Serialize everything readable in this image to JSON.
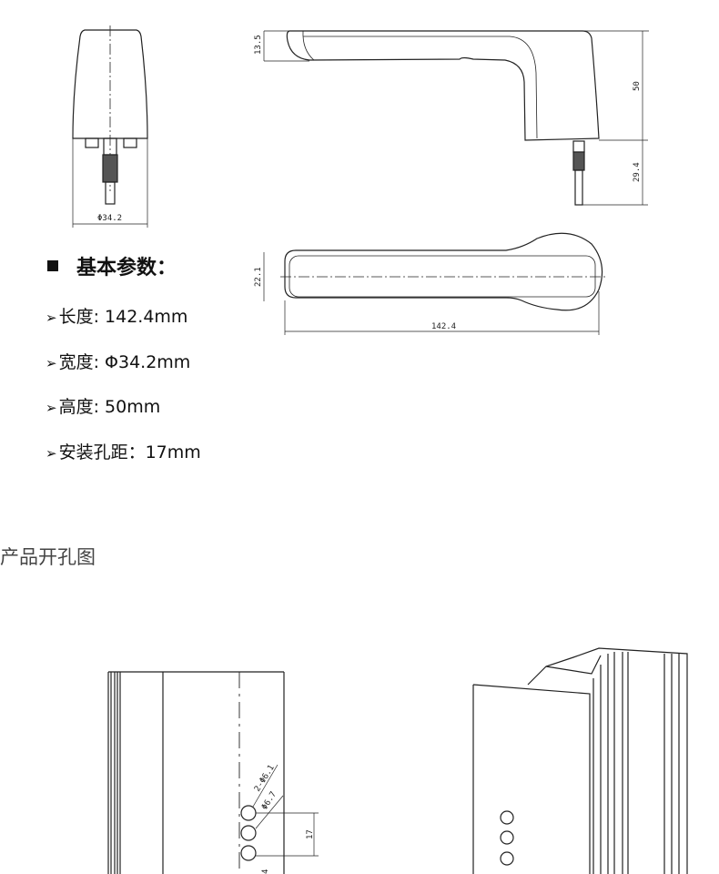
{
  "drawing_labels": {
    "front_diameter": "Φ34.2",
    "side_thickness": "13.5",
    "side_height": "50",
    "shaft_length": "29.4",
    "top_width": "22.1",
    "top_length": "142.4",
    "hole_small": "2-Φ6.1",
    "hole_large": "Φ6.7",
    "hole_spacing": "17",
    "partial_dim": "4"
  },
  "specs": {
    "heading": "基本参数：",
    "items": [
      {
        "arrow": "➢",
        "text": "长度: 142.4mm"
      },
      {
        "arrow": "➢",
        "text": "宽度: Φ34.2mm"
      },
      {
        "arrow": "➢",
        "text": "高度: 50mm"
      },
      {
        "arrow": "➢",
        "text": "安装孔距：17mm"
      }
    ]
  },
  "section_title": "产品开孔图"
}
